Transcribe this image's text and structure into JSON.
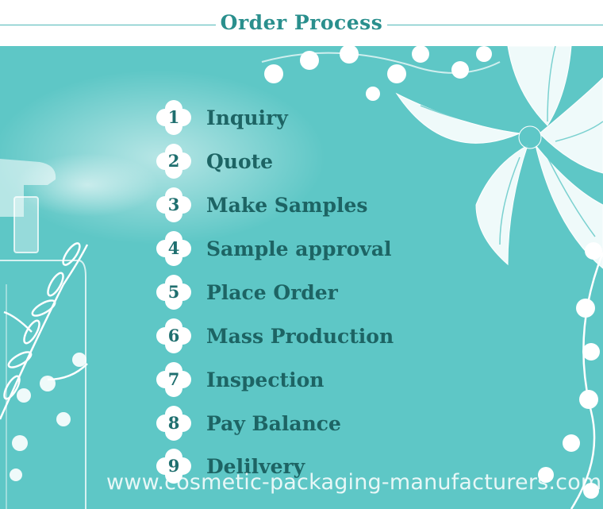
{
  "header": {
    "title": "Order Process"
  },
  "steps": [
    {
      "number": "1",
      "label": "Inquiry"
    },
    {
      "number": "2",
      "label": "Quote"
    },
    {
      "number": "3",
      "label": "Make Samples"
    },
    {
      "number": "4",
      "label": "Sample approval"
    },
    {
      "number": "5",
      "label": "Place Order"
    },
    {
      "number": "6",
      "label": "Mass Production"
    },
    {
      "number": "7",
      "label": "Inspection"
    },
    {
      "number": "8",
      "label": "Pay Balance"
    },
    {
      "number": "9",
      "label": "Delilvery"
    }
  ],
  "footer": {
    "url": "www.cosmetic-packaging-manufacturers.com"
  },
  "colors": {
    "background": "#5ec7c6",
    "title": "#2a8f8d",
    "text": "#1d6464",
    "badge": "#ffffff"
  },
  "icons": [
    "spray-bottle-icon",
    "flower-icon",
    "leaf-branch-icon"
  ]
}
